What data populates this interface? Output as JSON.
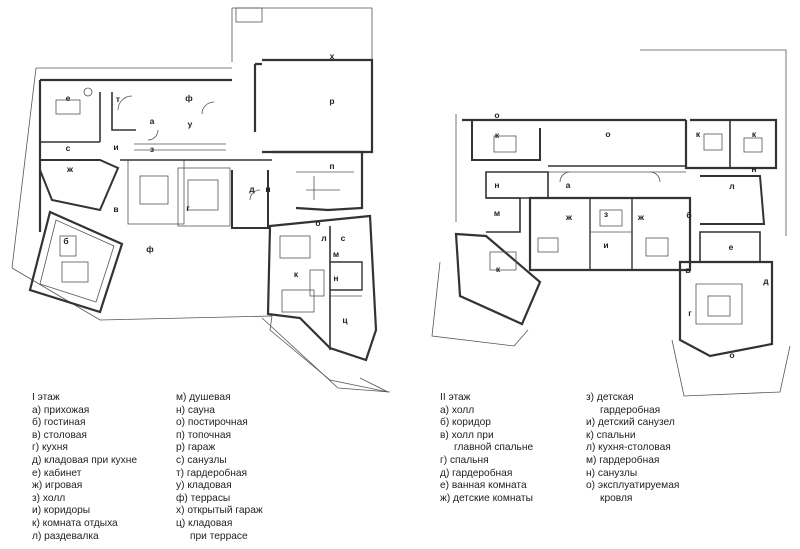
{
  "floor1": {
    "title": "I этаж",
    "col1": [
      "а) прихожая",
      "б) гостиная",
      "в) столовая",
      "г) кухня",
      "д) кладовая при кухне",
      "е) кабинет",
      "ж) игровая",
      "з) холл",
      "и) коридоры",
      "к) комната отдыха",
      "л) раздевалка"
    ],
    "col2": [
      "м) душевая",
      "н) сауна",
      "о) постирочная",
      "п) топочная",
      "р) гараж",
      "с) санузлы",
      "т) гардеробная",
      "у) кладовая",
      "ф) террасы",
      "х) открытый гараж",
      "ц) кладовая",
      "при террасе"
    ],
    "labels": {
      "a": "а",
      "b": "б",
      "v": "в",
      "g": "г",
      "d": "д",
      "e": "е",
      "zh": "ж",
      "z": "з",
      "i1": "и",
      "i2": "и",
      "k": "к",
      "l": "л",
      "m": "м",
      "n": "н",
      "o": "о",
      "p": "п",
      "r": "р",
      "s1": "с",
      "s2": "с",
      "t": "т",
      "u": "у",
      "f1": "ф",
      "f2": "ф",
      "h": "х",
      "ts": "ц"
    }
  },
  "floor2": {
    "title": "II этаж",
    "col1": [
      "а) холл",
      "б) коридор",
      "в) холл при",
      "главной спальне",
      "г) спальня",
      "д) гардеробная",
      "е) ванная комната",
      "ж) детские комнаты"
    ],
    "col2": [
      "з) детская",
      "гардеробная",
      "и) детский санузел",
      "к) спальни",
      "л) кухня-столовая",
      "м) гардеробная",
      "н) санузлы",
      "о) эксплуатируемая",
      "кровля"
    ],
    "labels": {
      "o1": "о",
      "o2": "о",
      "o3": "о",
      "k1": "к",
      "k2": "к",
      "k3": "к",
      "k4": "к",
      "n1": "н",
      "n2": "н",
      "m": "м",
      "a": "а",
      "zh1": "ж",
      "zh2": "ж",
      "z": "з",
      "i": "и",
      "b": "б",
      "l": "л",
      "e": "е",
      "v": "в",
      "g": "г",
      "d": "д"
    }
  }
}
